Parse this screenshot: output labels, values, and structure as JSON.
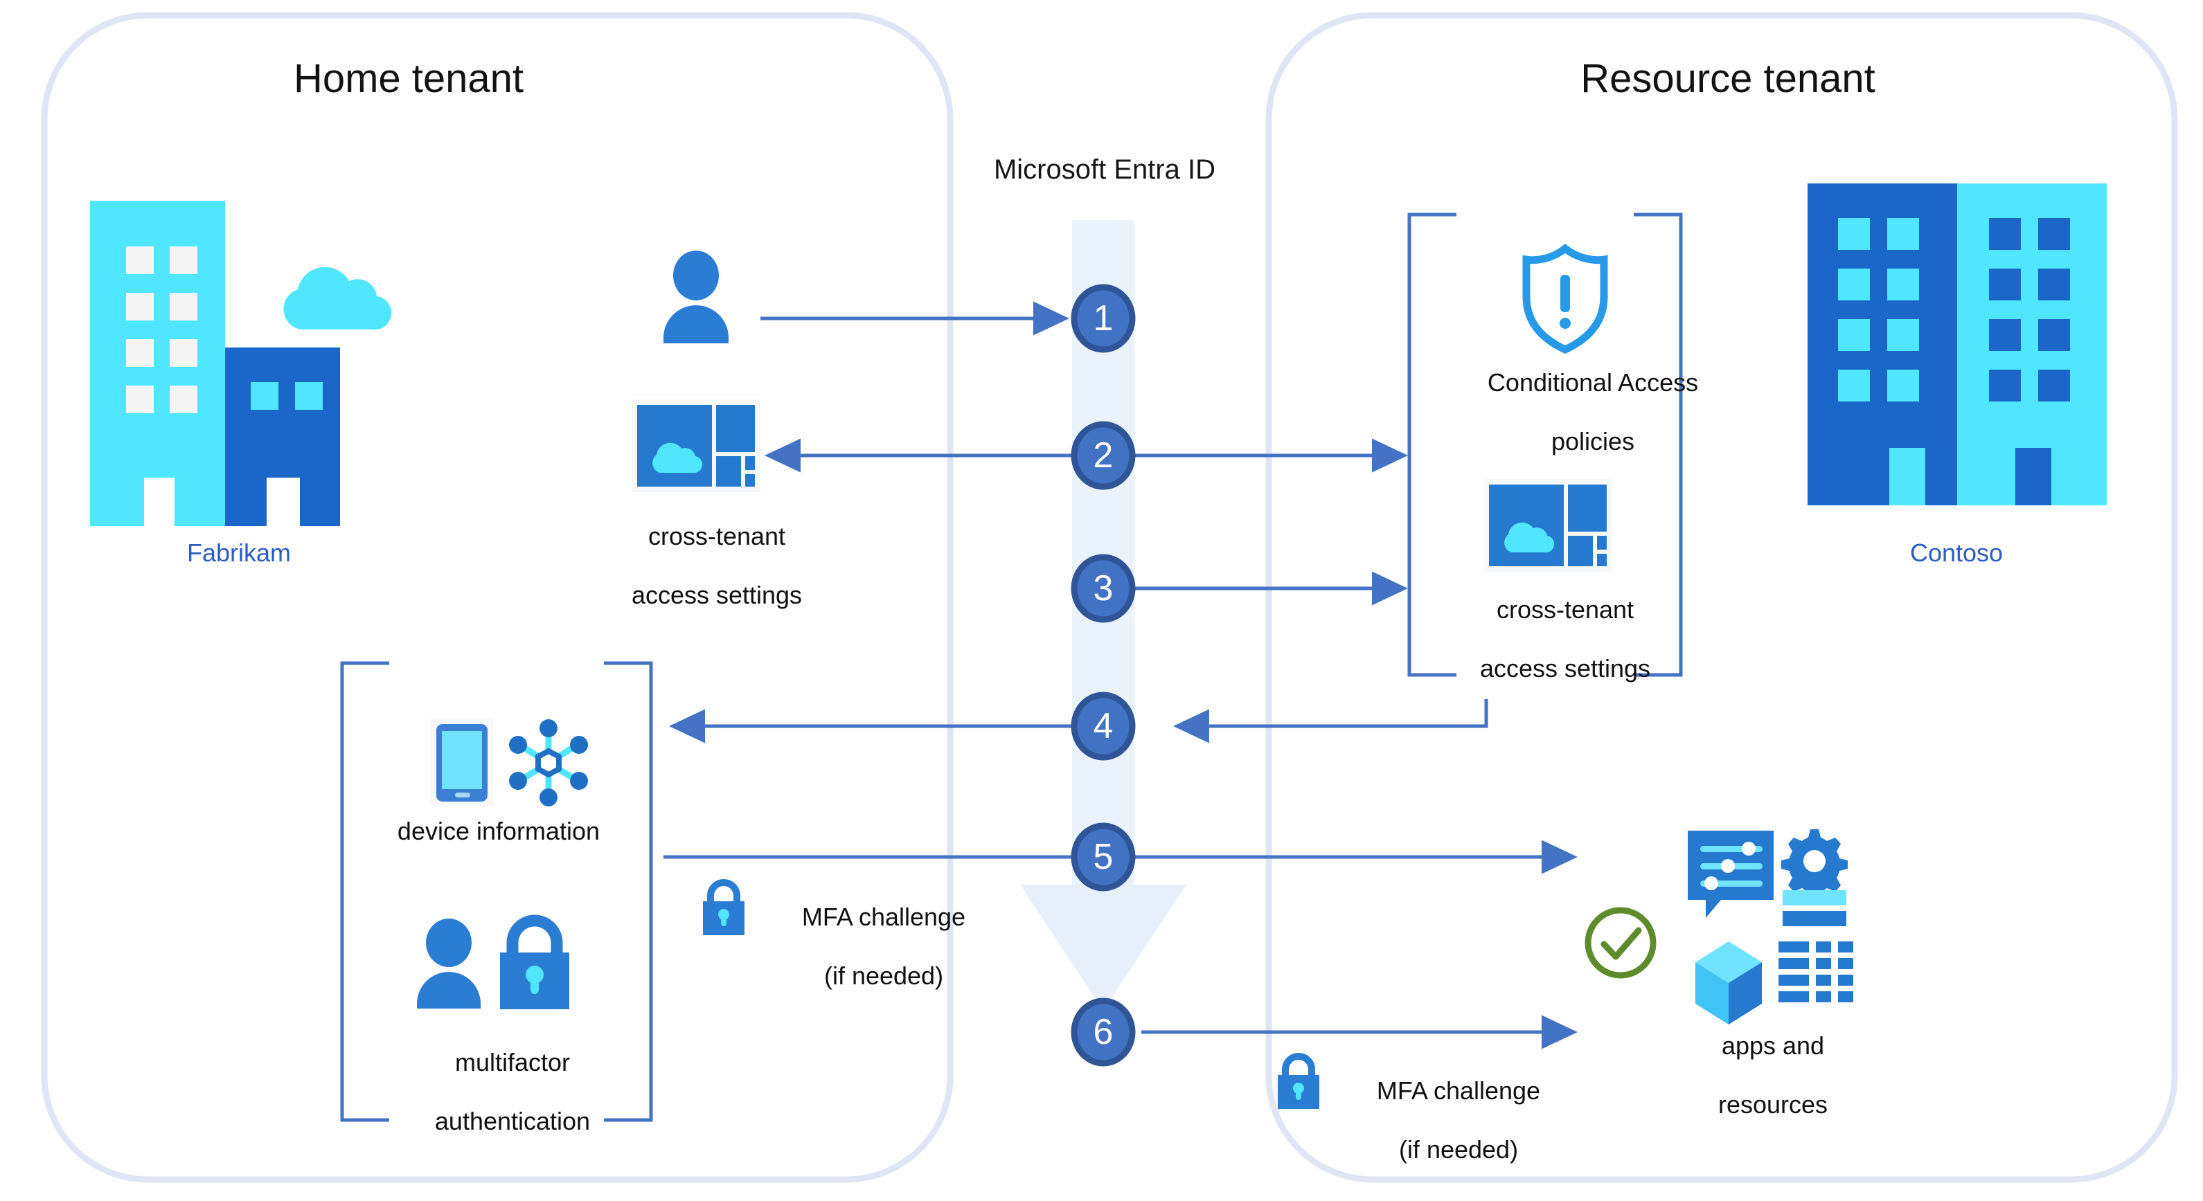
{
  "diagram": {
    "title": "Microsoft Entra ID cross-tenant access flow",
    "colors": {
      "tenant_border": "#dfe5f4",
      "entra_band": "#eaf2fb",
      "step_circle_fill": "#4272c4",
      "step_circle_stroke": "#2f5597",
      "arrow": "#4472c4",
      "bracket": "#4472c4",
      "org_label": "#2b5cc4",
      "icon_dark_blue": "#2b7cd3",
      "icon_mid_blue": "#1f6fc4",
      "icon_light_blue": "#50e6ff",
      "icon_deep_blue": "#1b59b5",
      "check_green": "#5e8c2d"
    }
  },
  "panels": {
    "home": {
      "title": "Home tenant"
    },
    "resource": {
      "title": "Resource tenant"
    }
  },
  "center": {
    "band_label": "Microsoft Entra ID"
  },
  "home_tenant": {
    "org": {
      "label": "Fabrikam",
      "icon": "office-building-cloud-icon"
    },
    "user": {
      "icon": "user-icon"
    },
    "cross_tenant": {
      "label_line1": "cross-tenant",
      "label_line2": "access settings",
      "icon": "cross-tenant-access-settings-icon"
    },
    "bracket_group": {
      "device": {
        "label": "device information",
        "icons": [
          "mobile-device-icon",
          "device-network-hub-icon"
        ]
      },
      "mfa": {
        "label_line1": "multifactor",
        "label_line2": "authentication",
        "icons": [
          "user-icon",
          "padlock-icon"
        ]
      }
    },
    "mfa_challenge": {
      "line1": "MFA challenge",
      "line2": "(if needed)",
      "icon": "padlock-icon"
    }
  },
  "resource_tenant": {
    "org": {
      "label": "Contoso",
      "icon": "office-building-icon"
    },
    "bracket_group": {
      "conditional_access": {
        "label_line1": "Conditional Access",
        "label_line2": "policies",
        "icon": "shield-exclamation-icon"
      },
      "cross_tenant": {
        "label_line1": "cross-tenant",
        "label_line2": "access settings",
        "icon": "cross-tenant-access-settings-icon"
      }
    },
    "apps": {
      "label_line1": "apps and",
      "label_line2": "resources",
      "icons": [
        "check-circle-icon",
        "settings-panel-icon",
        "gear-icon",
        "cube-icon",
        "data-grid-icon"
      ]
    },
    "mfa_challenge": {
      "line1": "MFA challenge",
      "line2": "(if needed)",
      "icon": "padlock-icon"
    }
  },
  "steps": [
    {
      "number": "1",
      "from": "user",
      "to": "entra",
      "direction": "right"
    },
    {
      "number": "2",
      "from": "entra",
      "to": "home-cross-tenant",
      "direction": "left-and-right"
    },
    {
      "number": "3",
      "from": "entra",
      "to": "resource-cross-tenant",
      "direction": "right"
    },
    {
      "number": "4",
      "from": "resource-policies",
      "to": "home-device-mfa",
      "direction": "left"
    },
    {
      "number": "5",
      "from": "home-device-mfa",
      "to": "apps-and-resources",
      "direction": "right"
    },
    {
      "number": "6",
      "from": "entra",
      "to": "apps-and-resources",
      "direction": "right"
    }
  ]
}
